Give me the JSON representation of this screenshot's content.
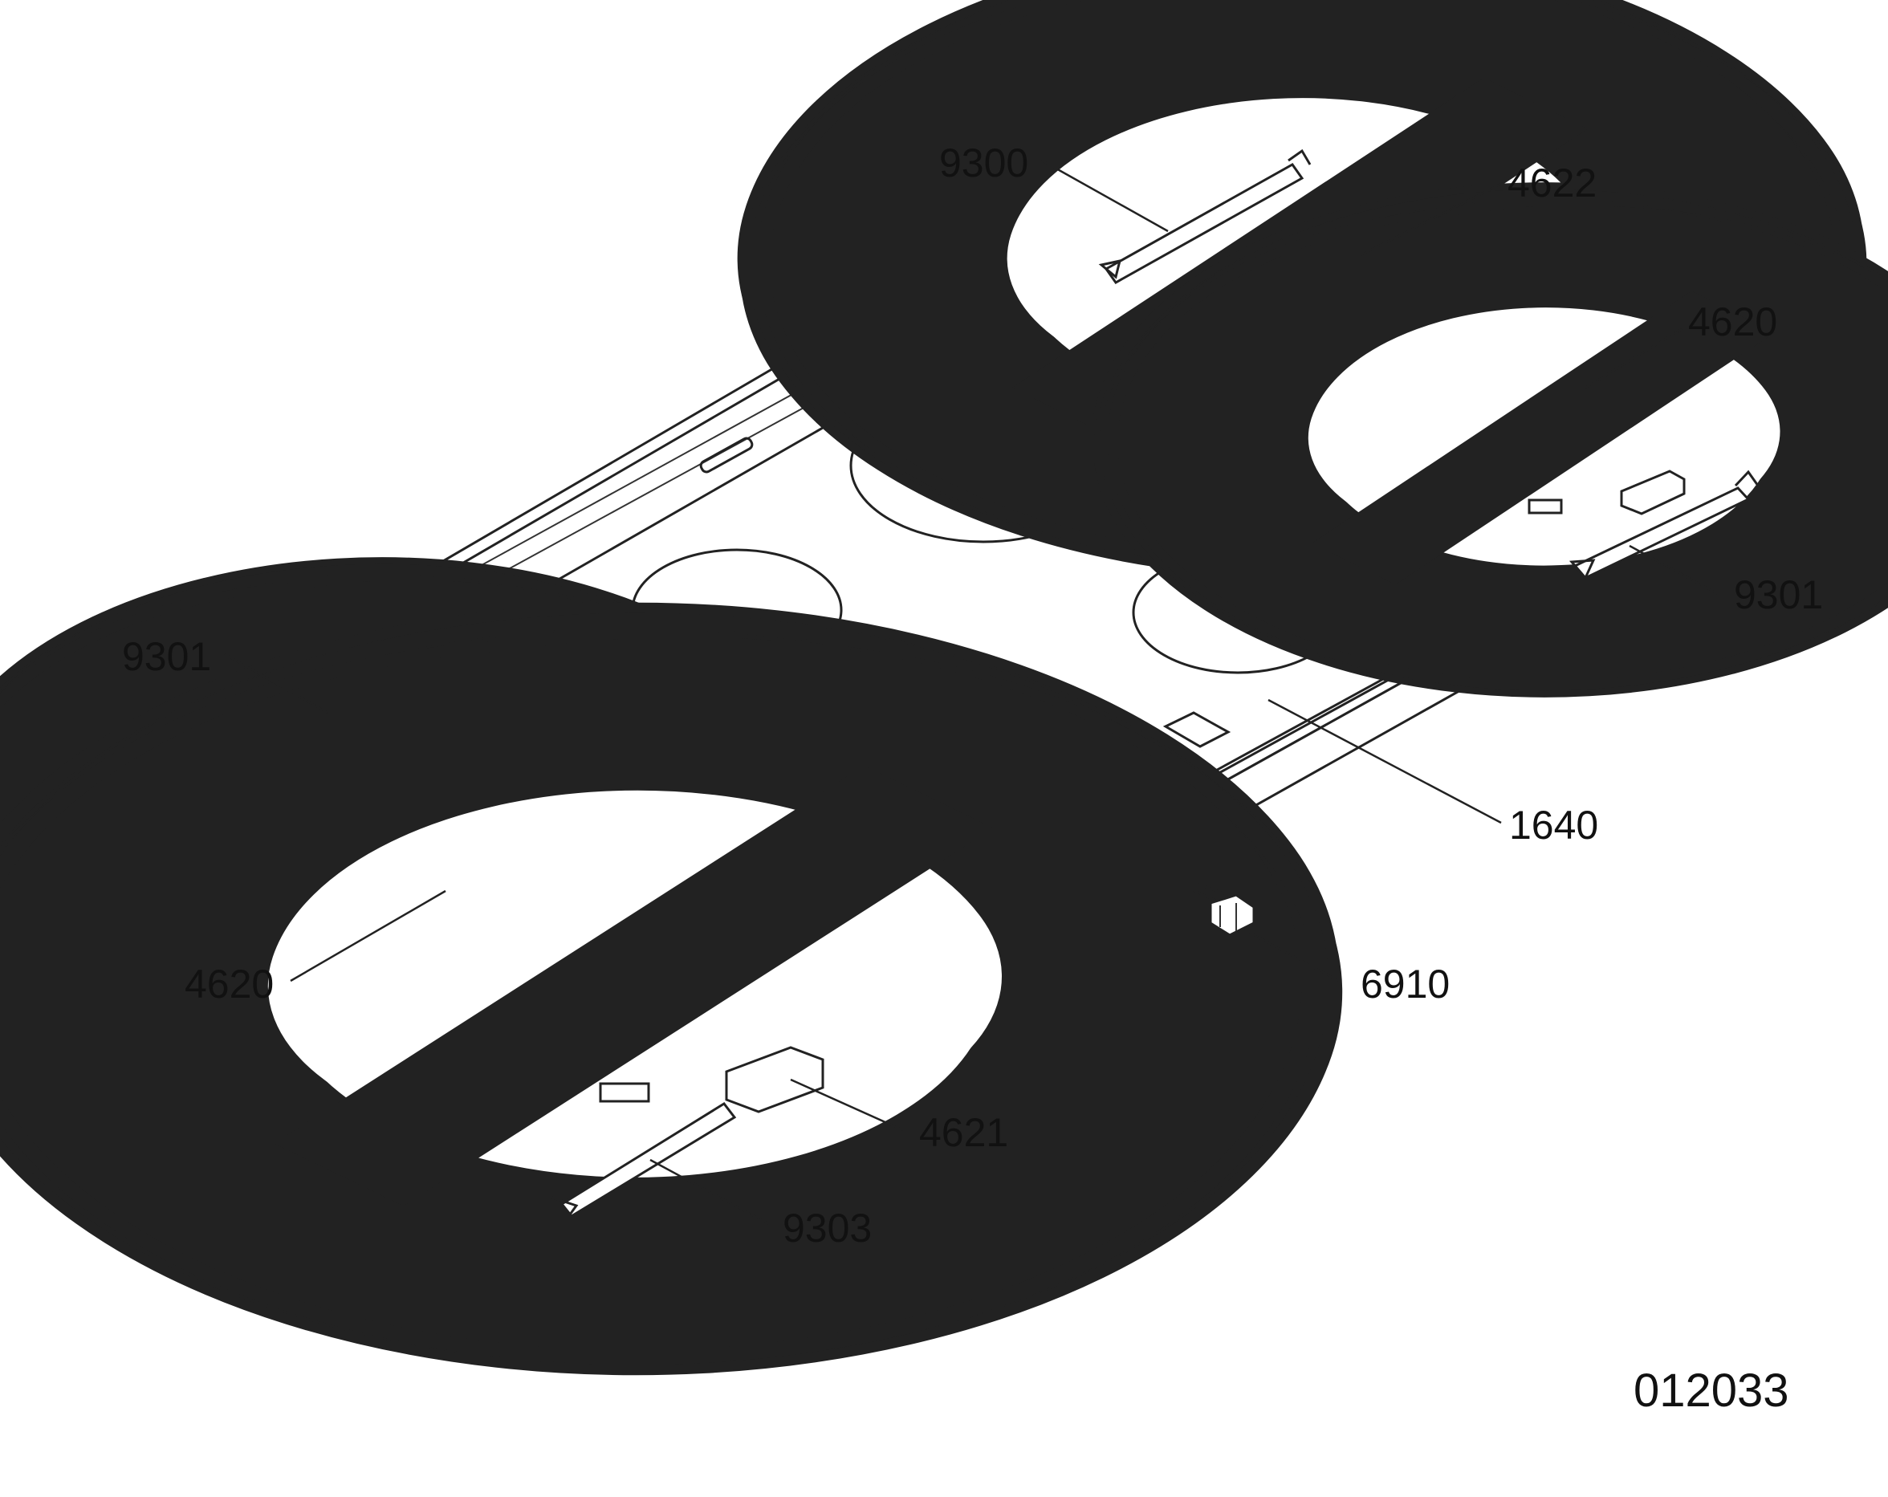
{
  "labels": {
    "l9300": "9300",
    "l4622": "4622",
    "l4620a": "4620",
    "l9301a": "9301",
    "l9301b": "9301",
    "l1640": "1640",
    "l4620b": "4620",
    "l6910": "6910",
    "l4621": "4621",
    "l9303": "9303"
  },
  "drawing_number": "012033"
}
